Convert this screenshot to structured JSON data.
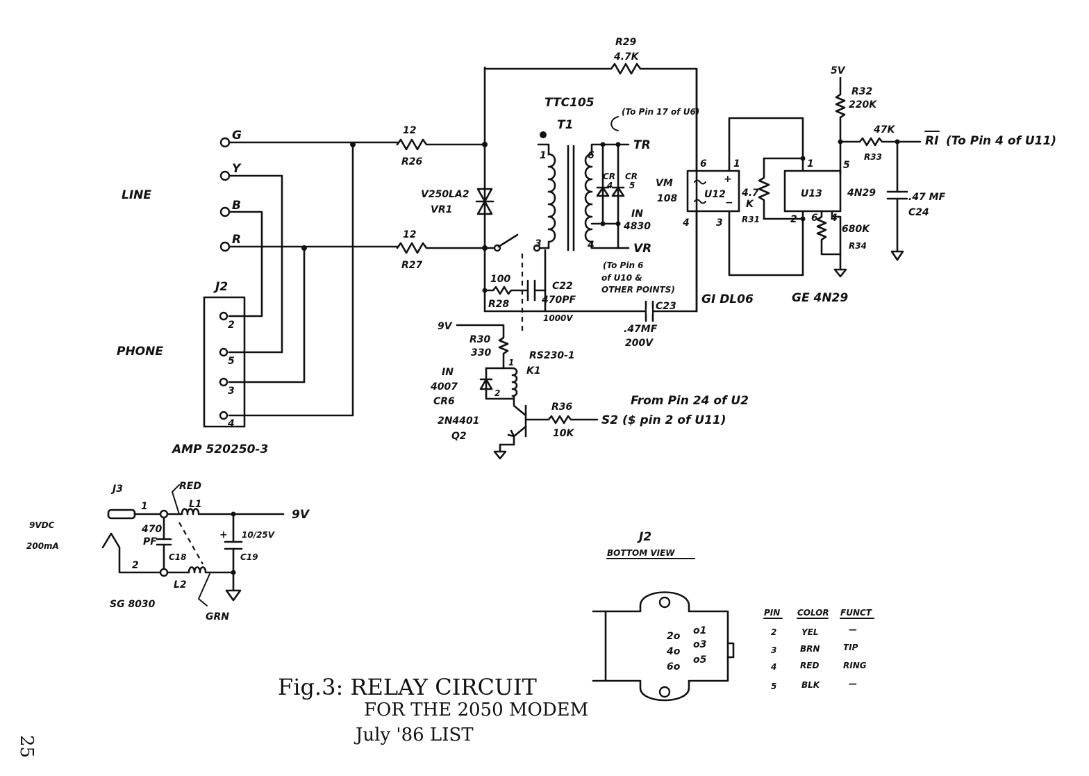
{
  "caption": {
    "line1": "Fig.3: RELAY CIRCUIT",
    "line2": "FOR THE 2050 MODEM",
    "line3": "July '86 LIST"
  },
  "page_number": "25",
  "line_section": {
    "label": "LINE",
    "terminals": [
      "G",
      "Y",
      "B",
      "R"
    ]
  },
  "phone_section": {
    "label": "PHONE",
    "connector": "J2",
    "pins": [
      "2",
      "5",
      "3",
      "4"
    ],
    "part_number": "AMP 520250-3"
  },
  "components": {
    "r26": {
      "value": "12",
      "ref": "R26"
    },
    "r27": {
      "value": "12",
      "ref": "R27"
    },
    "r29": {
      "ref": "R29",
      "value": "4.7K"
    },
    "vr1": {
      "part": "V250LA2",
      "ref": "VR1"
    },
    "t1": {
      "part": "TTC105",
      "ref": "T1",
      "pins": [
        "1",
        "3",
        "6",
        "4"
      ],
      "note": "(To Pin 17 of U6)"
    },
    "tr_label": "TR",
    "vr_label": "VR",
    "vr_note": [
      "(To Pin 6",
      "of U10 &",
      "OTHER POINTS)"
    ],
    "cr4": {
      "ref_a": "CR",
      "ref_b": "4"
    },
    "cr5": {
      "ref_a": "CR",
      "ref_b": "5"
    },
    "diode_type": {
      "a": "IN",
      "b": "4830"
    },
    "r28": {
      "value": "100",
      "ref": "R28"
    },
    "c22": {
      "ref": "C22",
      "value": "470PF",
      "rating": "1000V"
    },
    "c23": {
      "ref": "C23",
      "value": ".47MF",
      "rating": "200V"
    },
    "u12": {
      "ref": "U12",
      "part": "GI DL06",
      "type_a": "VM",
      "type_b": "108",
      "pins": [
        "6",
        "1",
        "4",
        "3"
      ]
    },
    "r31": {
      "value_a": "4.7",
      "value_b": "K",
      "ref": "R31"
    },
    "u13": {
      "ref": "U13",
      "part": "GE 4N29",
      "type": "4N29",
      "pins": [
        "1",
        "5",
        "2",
        "6",
        "4"
      ]
    },
    "r32": {
      "ref": "R32",
      "value": "220K"
    },
    "r33": {
      "ref": "R33",
      "value": "47K"
    },
    "r34": {
      "value": "680K",
      "ref": "R34"
    },
    "c24": {
      "value": ".47 MF",
      "ref": "C24"
    },
    "supply_5v": "5V",
    "ri_label": "RI",
    "ri_note": "(To Pin 4 of U11)",
    "r30": {
      "ref": "R30",
      "value": "330"
    },
    "supply_9v": "9V",
    "k1": {
      "part": "RS230-1",
      "ref": "K1",
      "pins": [
        "1",
        "2"
      ]
    },
    "cr6": {
      "type_a": "IN",
      "type_b": "4007",
      "ref": "CR6"
    },
    "q2": {
      "part": "2N4401",
      "ref": "Q2"
    },
    "r36": {
      "ref": "R36",
      "value": "10K"
    },
    "s2_label": "S2 ($ pin 2 of U11)",
    "s2_note": "From Pin 24 of U2"
  },
  "power_section": {
    "connector": "J3",
    "input_a": "9VDC",
    "input_b": "200mA",
    "pin1": "1",
    "pin2": "2",
    "jack_part": "SG 8030",
    "red": "RED",
    "grn": "GRN",
    "l1": "L1",
    "l2": "L2",
    "c18": {
      "value_a": "470",
      "value_b": "PF",
      "ref": "C18"
    },
    "c19": {
      "value": "10/25V",
      "ref": "C19"
    },
    "plus": "+",
    "output": "9V"
  },
  "bottom_view": {
    "title": "J2",
    "subtitle": "BOTTOM VIEW",
    "pin_labels": [
      "2o",
      "4o",
      "6o",
      "o1",
      "o3",
      "o5"
    ]
  },
  "pin_table": {
    "headers": [
      "PIN",
      "COLOR",
      "FUNCT"
    ],
    "rows": [
      [
        "2",
        "YEL",
        "—"
      ],
      [
        "3",
        "BRN",
        "TIP"
      ],
      [
        "4",
        "RED",
        "RING"
      ],
      [
        "5",
        "BLK",
        "—"
      ]
    ]
  }
}
